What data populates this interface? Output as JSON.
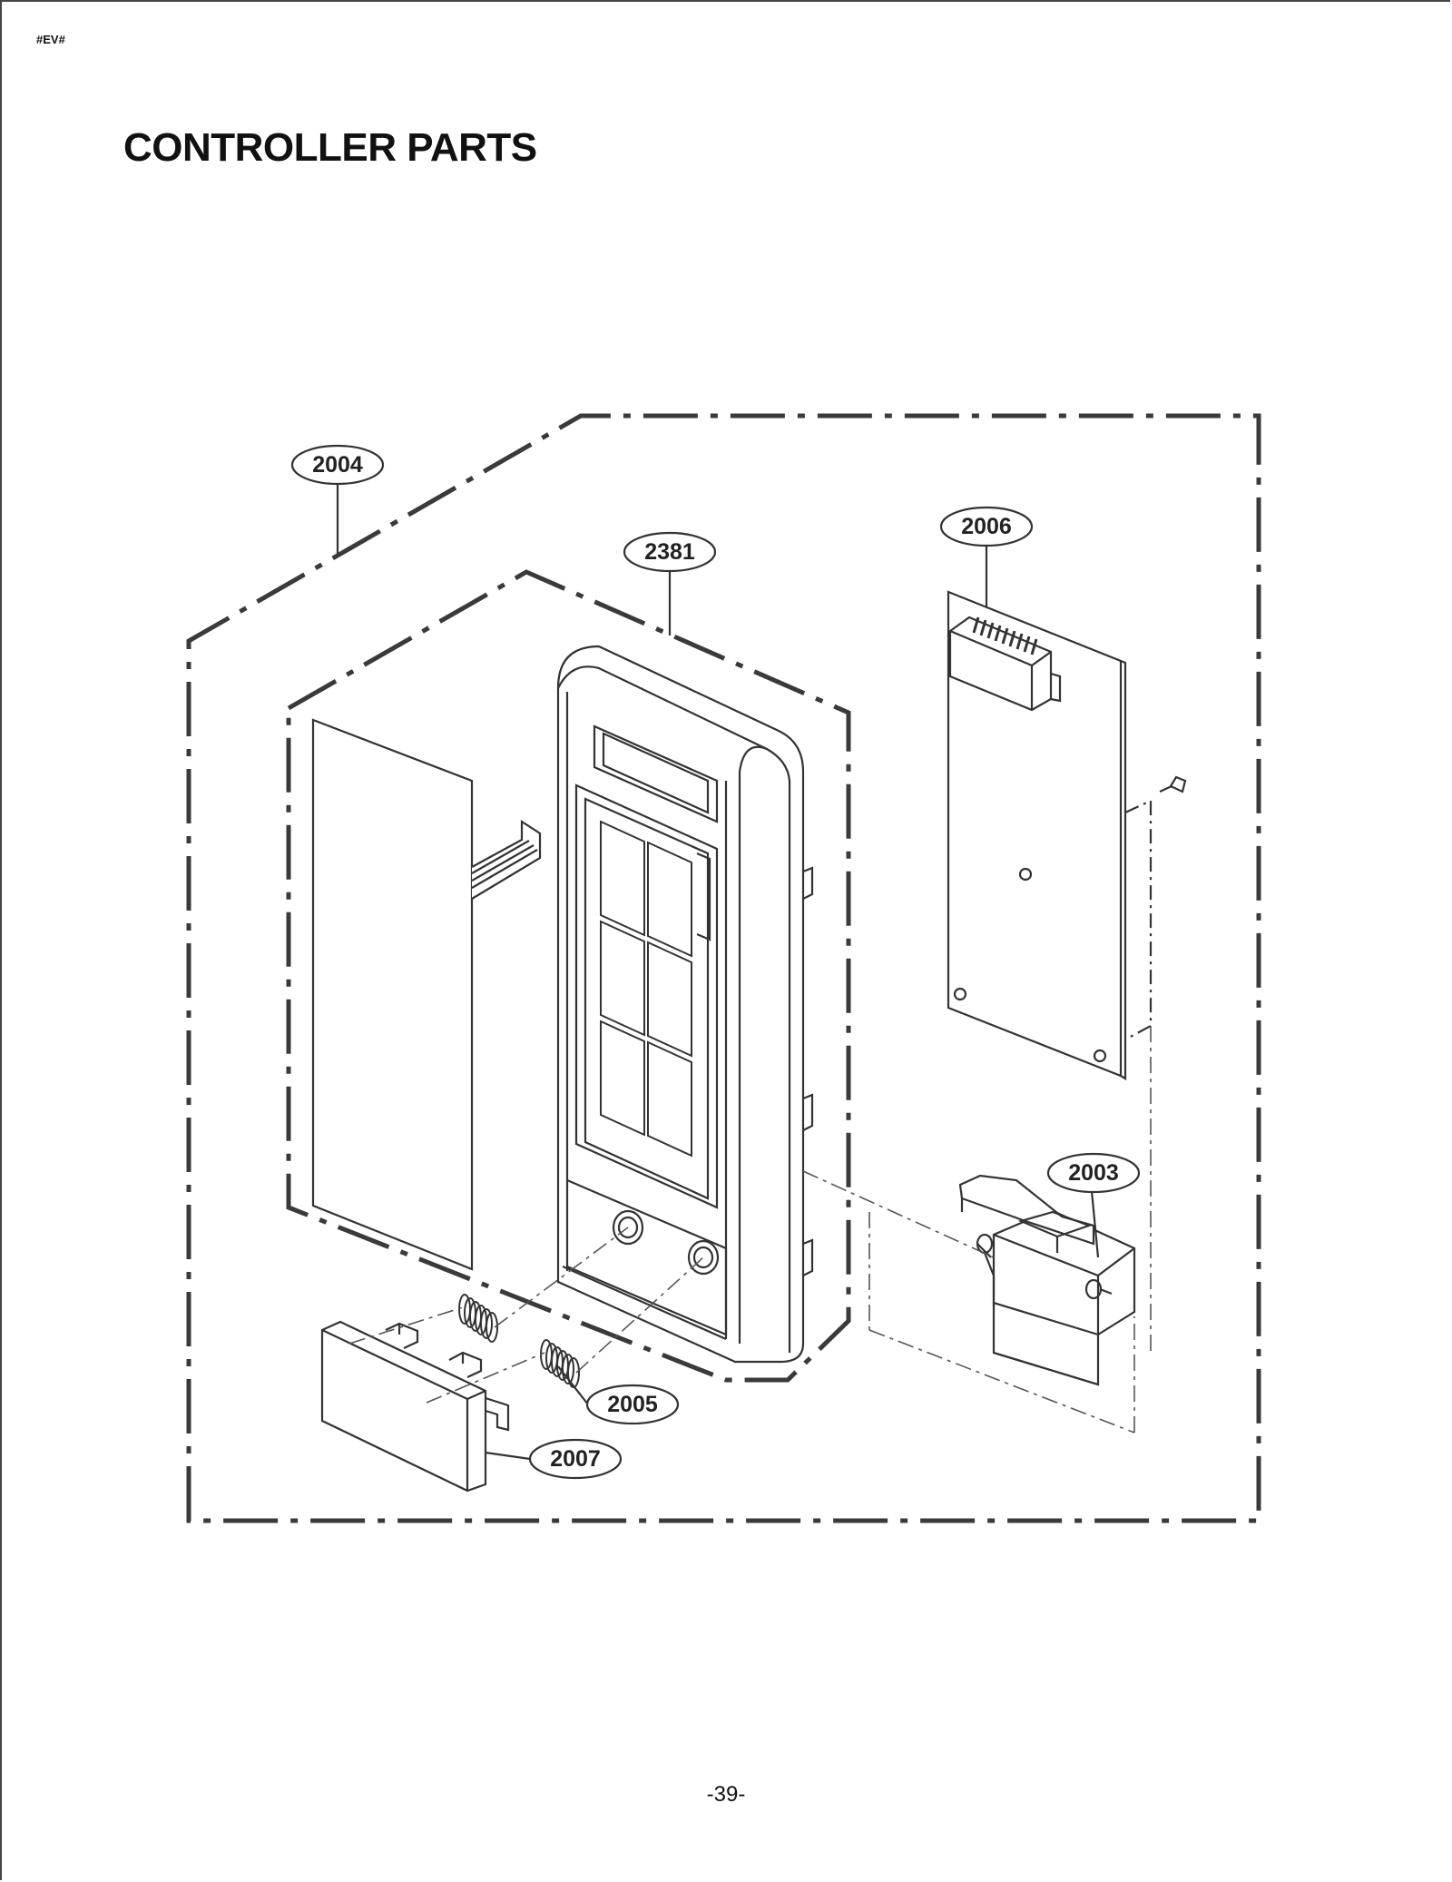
{
  "header": {
    "doc_code": "#EV#"
  },
  "title": "CONTROLLER PARTS",
  "callouts": {
    "c2004": "2004",
    "c2381": "2381",
    "c2006": "2006",
    "c2003": "2003",
    "c2005": "2005",
    "c2007": "2007"
  },
  "footer": {
    "page_number": "-39-"
  },
  "colors": {
    "line": "#333333",
    "dash": "#3a3a3a"
  }
}
